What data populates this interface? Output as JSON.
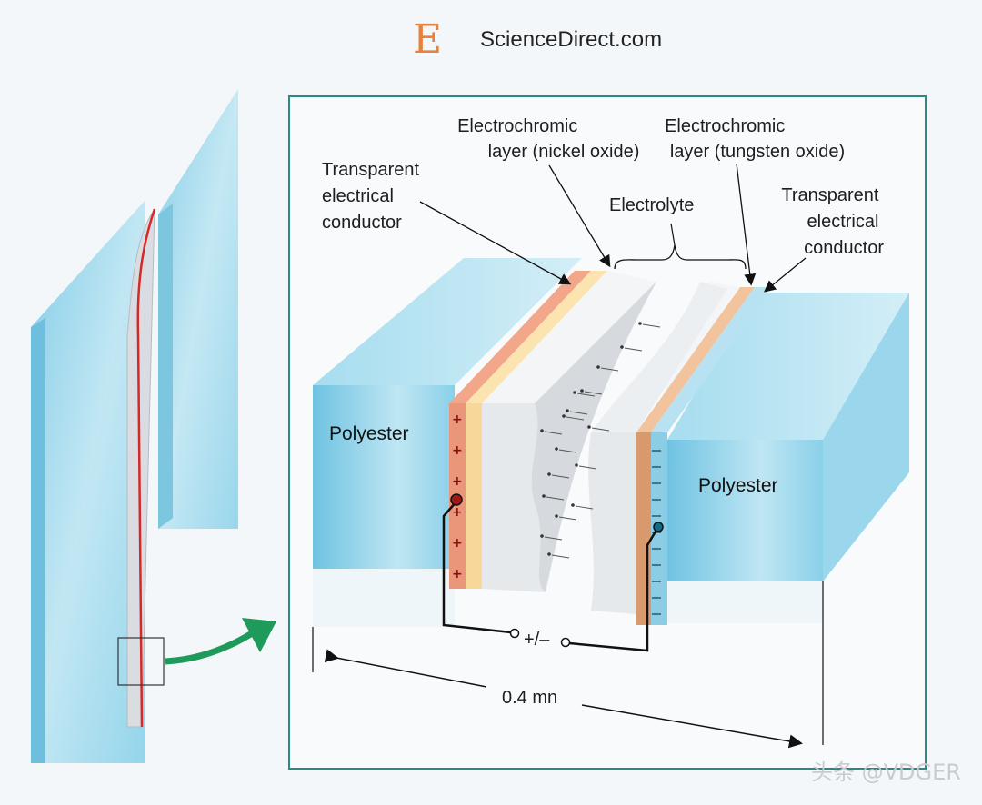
{
  "header": {
    "logo_letter": "E",
    "site_name": "ScienceDirect.com"
  },
  "labels": {
    "transparent_conductor_left": [
      "Transparent",
      "electrical",
      "conductor"
    ],
    "ec_layer_nickel": [
      "Electrochromic",
      "layer (nickel oxide)"
    ],
    "ec_layer_tungsten": [
      "Electrochromic",
      "layer (tungsten oxide)"
    ],
    "electrolyte": "Electrolyte",
    "transparent_conductor_right": [
      "Transparent",
      "electrical",
      "conductor"
    ],
    "polyester_left": "Polyester",
    "polyester_right": "Polyester",
    "voltage": "+/–",
    "thickness": "0.4 mn",
    "plus_sign": "+",
    "minus_sign": "–"
  },
  "watermark": "头条 @VDGER",
  "colors": {
    "polyester": "#8fd3ea",
    "conductor_left": "#e9967a",
    "nickel_oxide": "#f7d89a",
    "tungsten_oxide": "#e8b48a",
    "conductor_right": "#9fd6ec",
    "electrolyte": "#e9ecee",
    "frame": "#2a8a80",
    "arrow": "#1e9a5a",
    "wire": "#111111"
  }
}
